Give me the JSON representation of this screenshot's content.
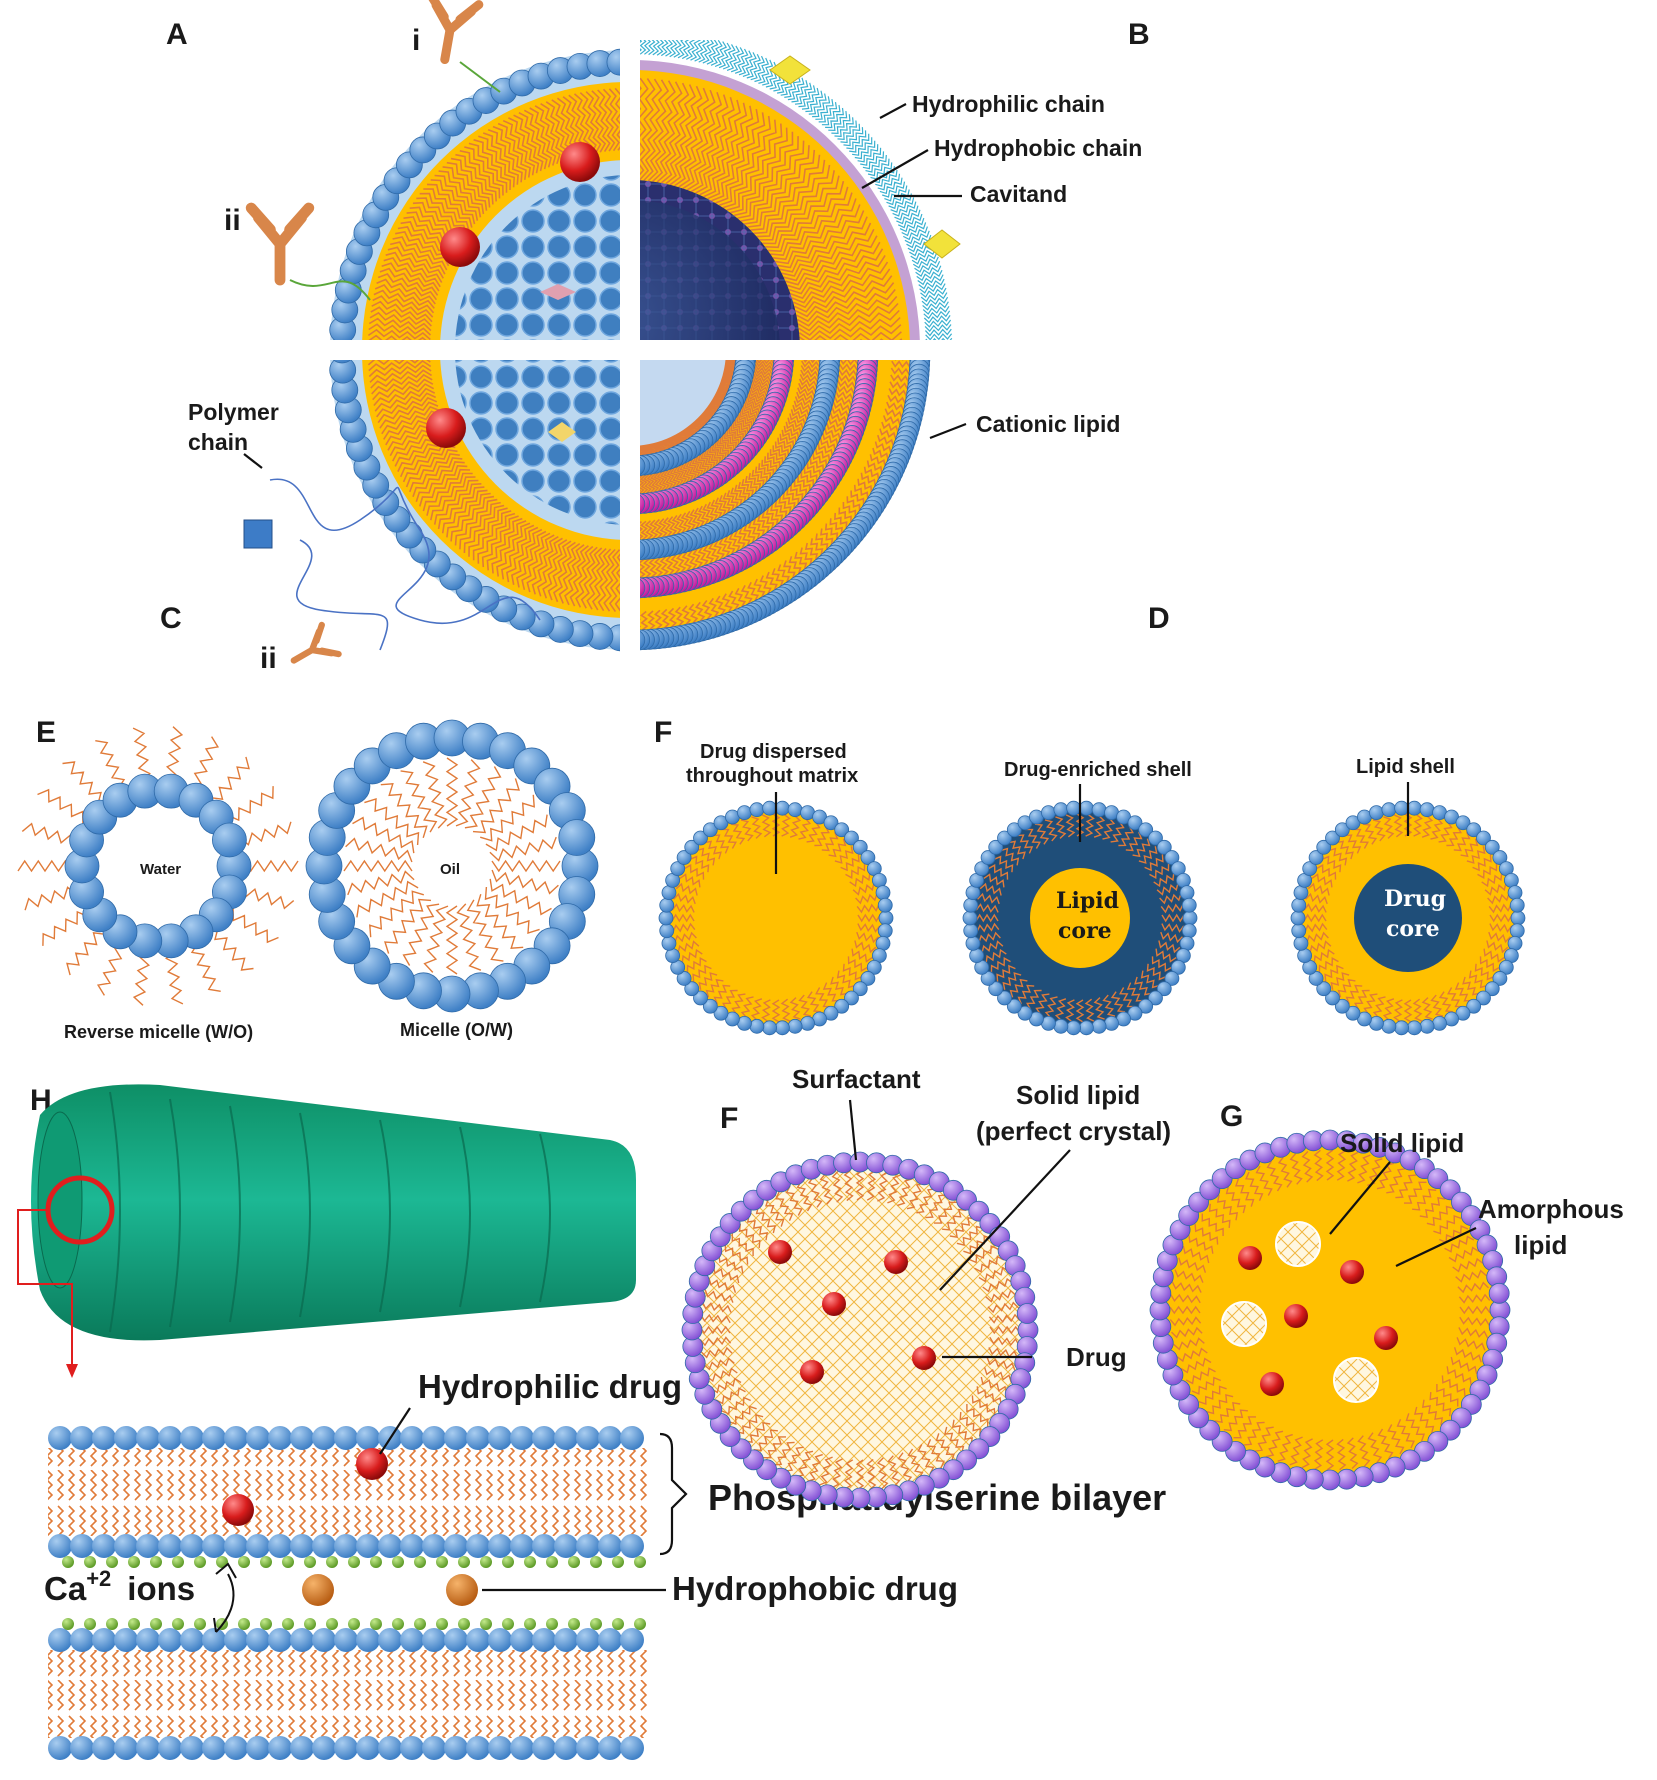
{
  "panels": {
    "A": "A",
    "B": "B",
    "C": "C",
    "D": "D",
    "E": "E",
    "F_top": "F",
    "H": "H",
    "F_bottom": "F",
    "G": "G"
  },
  "quad": {
    "label_i": "i",
    "label_ii_top": "ii",
    "label_ii_bottom": "ii",
    "hydrophilic_chain": "Hydrophilic chain",
    "hydrophobic_chain": "Hydrophobic chain",
    "cavitand": "Cavitand",
    "polymer_chain_l1": "Polymer",
    "polymer_chain_l2": "chain",
    "cationic_lipid": "Cationic lipid"
  },
  "micelles": {
    "water": "Water",
    "oil": "Oil",
    "reverse_caption": "Reverse micelle (W/O)",
    "micelle_caption": "Micelle (O/W)"
  },
  "sln_models": {
    "dispersed_l1": "Drug dispersed",
    "dispersed_l2": "throughout matrix",
    "enriched_shell": "Drug-enriched shell",
    "lipid_core_l1": "Lipid",
    "lipid_core_l2": "core",
    "lipid_shell": "Lipid shell",
    "drug_core_l1": "Drug",
    "drug_core_l2": "core"
  },
  "cochleate": {
    "hydrophilic_drug": "Hydrophilic drug",
    "bilayer": "Phosphatidylserine bilayer",
    "ca_ions_base": "Ca",
    "ca_ions_sup": "+2",
    "ca_ions_word": "ions",
    "hydrophobic_drug": "Hydrophobic drug"
  },
  "sln": {
    "surfactant": "Surfactant",
    "solid_lipid_l1": "Solid lipid",
    "solid_lipid_l2": "(perfect crystal)",
    "drug": "Drug"
  },
  "nlc": {
    "solid_lipid": "Solid lipid",
    "amorphous_l1": "Amorphous",
    "amorphous_l2": "lipid"
  },
  "colors": {
    "head_blue": "#5b9bd5",
    "lipid_yellow": "#ffc000",
    "tail_orange": "#e07b39",
    "drug_red": "#d81c1c",
    "navy": "#1f4e79",
    "purple": "#9966e0",
    "magenta": "#e040c0",
    "teal": "#1aa58a"
  }
}
